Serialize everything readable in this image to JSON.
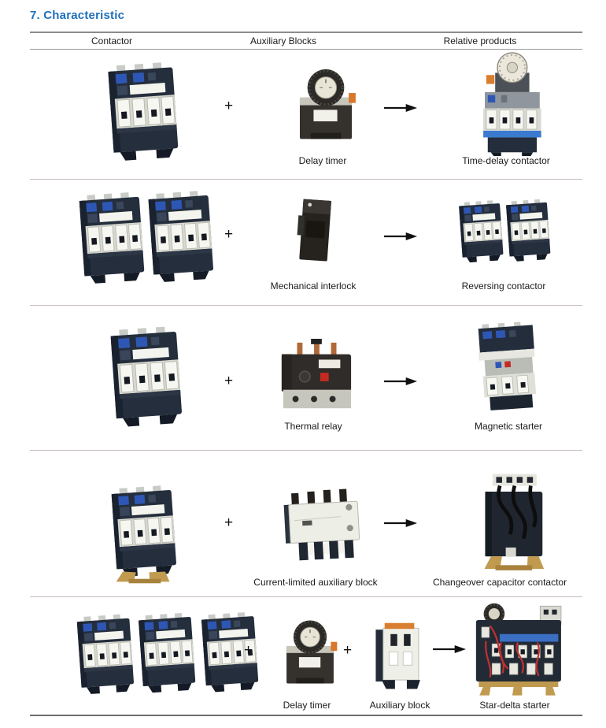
{
  "page": {
    "title": "7. Characteristic",
    "accent_color": "#1c6fba"
  },
  "header": {
    "columns": [
      "Contactor",
      "Auxiliary Blocks",
      "Relative products"
    ]
  },
  "ops": {
    "plus": "+"
  },
  "rows": [
    {
      "contactors": 1,
      "aux": [
        {
          "label": "Delay timer",
          "icon": "delay-timer"
        }
      ],
      "product": {
        "label": "Time-delay contactor",
        "icon": "time-delay-contactor"
      }
    },
    {
      "contactors": 2,
      "aux": [
        {
          "label": "Mechanical interlock",
          "icon": "mechanical-interlock"
        }
      ],
      "product": {
        "label": "Reversing contactor",
        "icon": "reversing-contactor"
      }
    },
    {
      "contactors": 1,
      "aux": [
        {
          "label": "Thermal relay",
          "icon": "thermal-relay"
        }
      ],
      "product": {
        "label": "Magnetic starter",
        "icon": "magnetic-starter"
      }
    },
    {
      "contactors": 1,
      "aux": [
        {
          "label": "Current-limited auxiliary block",
          "icon": "current-limited-auxiliary-block"
        }
      ],
      "product": {
        "label": "Changeover capacitor contactor",
        "icon": "changeover-capacitor-contactor"
      }
    },
    {
      "contactors": 3,
      "aux": [
        {
          "label": "Delay timer",
          "icon": "delay-timer"
        },
        {
          "label": "Auxiliary block",
          "icon": "auxiliary-block"
        }
      ],
      "product": {
        "label": "Star-delta starter",
        "icon": "star-delta-starter"
      }
    }
  ]
}
